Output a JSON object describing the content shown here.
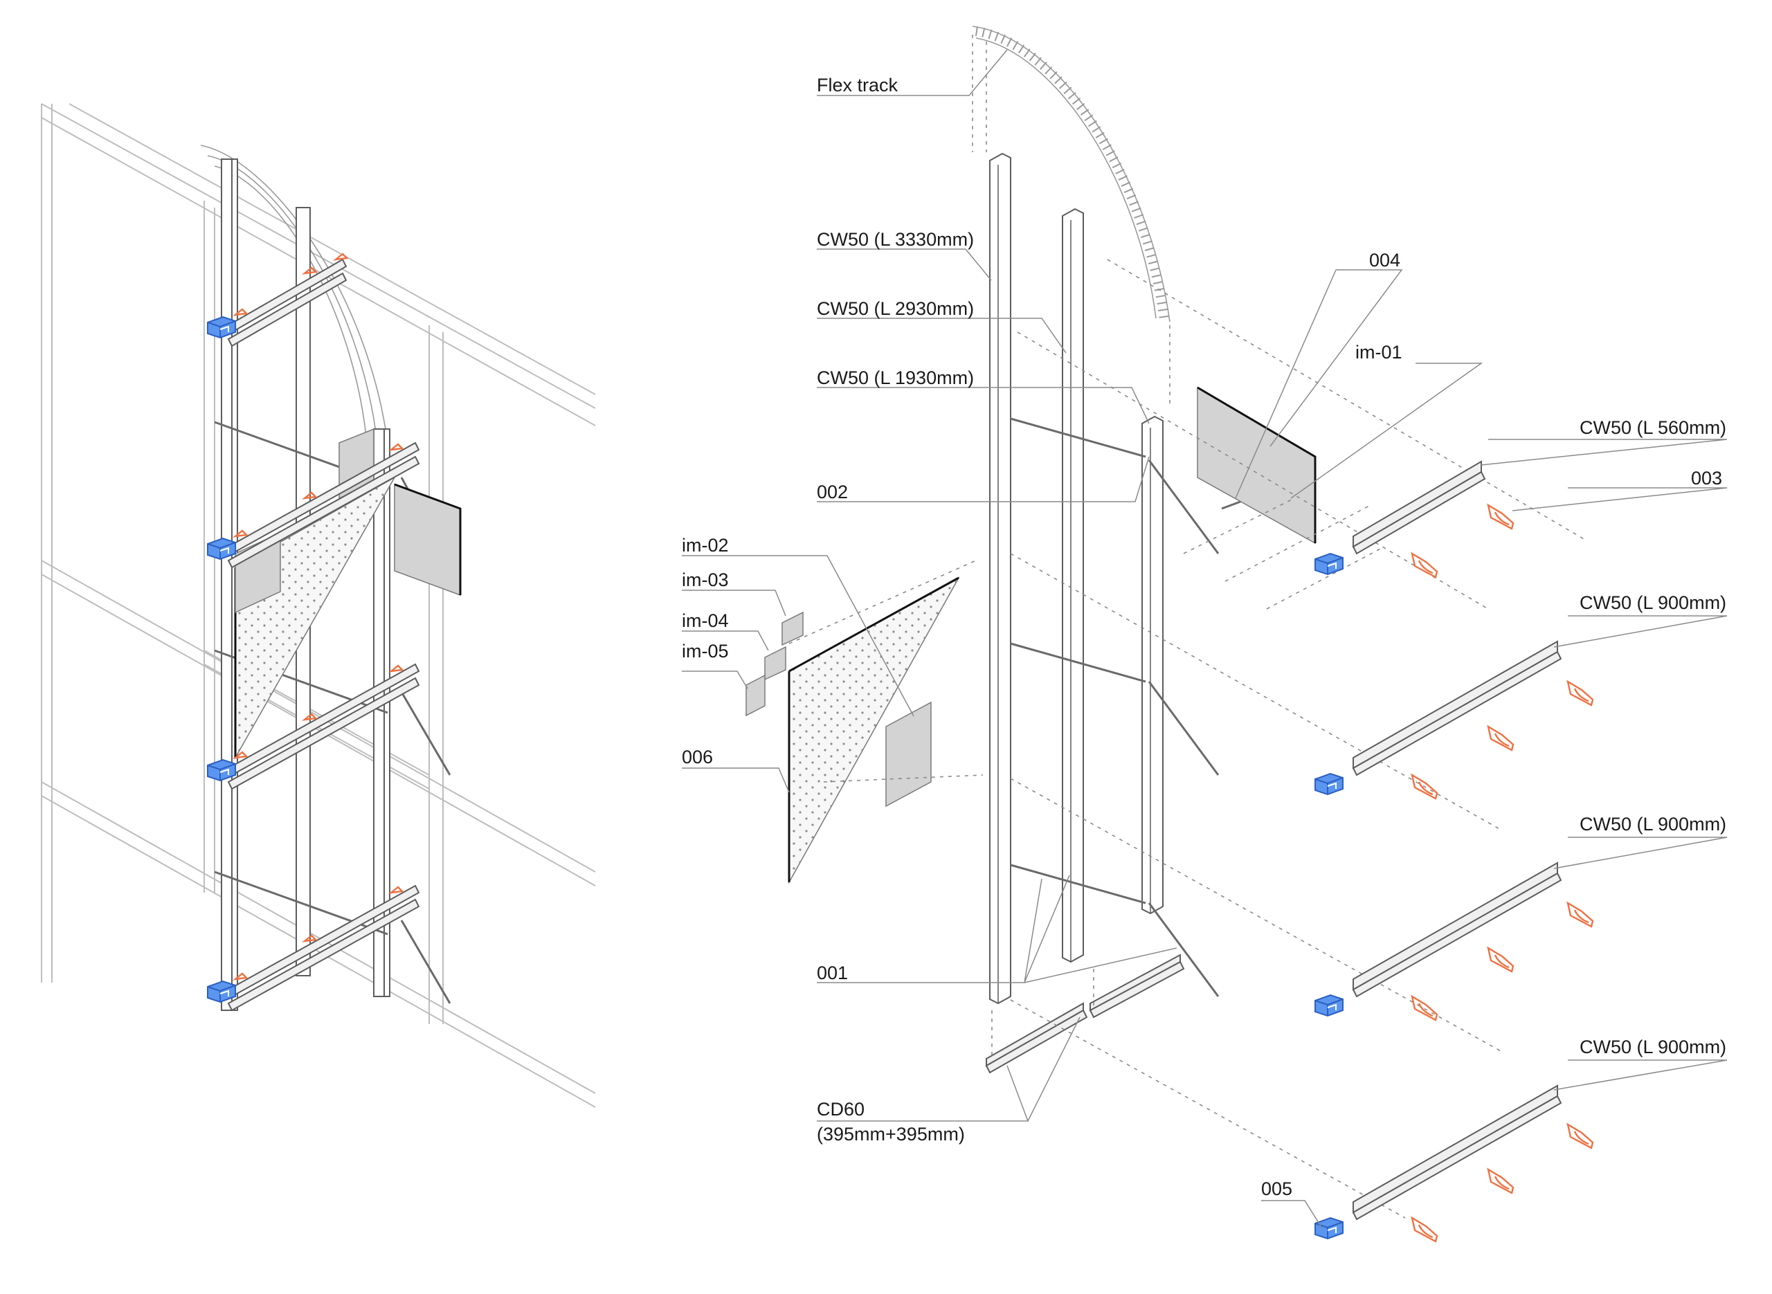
{
  "diagram": {
    "labels": {
      "flex_track": "Flex track",
      "cw50_3330": "CW50 (L 3330mm)",
      "cw50_2930": "CW50 (L 2930mm)",
      "cw50_1930": "CW50 (L 1930mm)",
      "l002": "002",
      "l004": "004",
      "im01": "im-01",
      "cw50_560": "CW50 (L 560mm)",
      "l003": "003",
      "im02": "im-02",
      "im03": "im-03",
      "im04": "im-04",
      "im05": "im-05",
      "l006": "006",
      "cw50_900_a": "CW50 (L 900mm)",
      "cw50_900_b": "CW50 (L 900mm)",
      "cw50_900_c": "CW50 (L 900mm)",
      "l001": "001",
      "cd60_line1": "CD60",
      "cd60_line2": "(395mm+395mm)",
      "l005": "005"
    },
    "colors": {
      "connector_blue": "#5a96f0",
      "clip_orange": "#f07040",
      "line_gray": "#bdbdbd",
      "plate_gray": "#d3d3d3"
    }
  }
}
